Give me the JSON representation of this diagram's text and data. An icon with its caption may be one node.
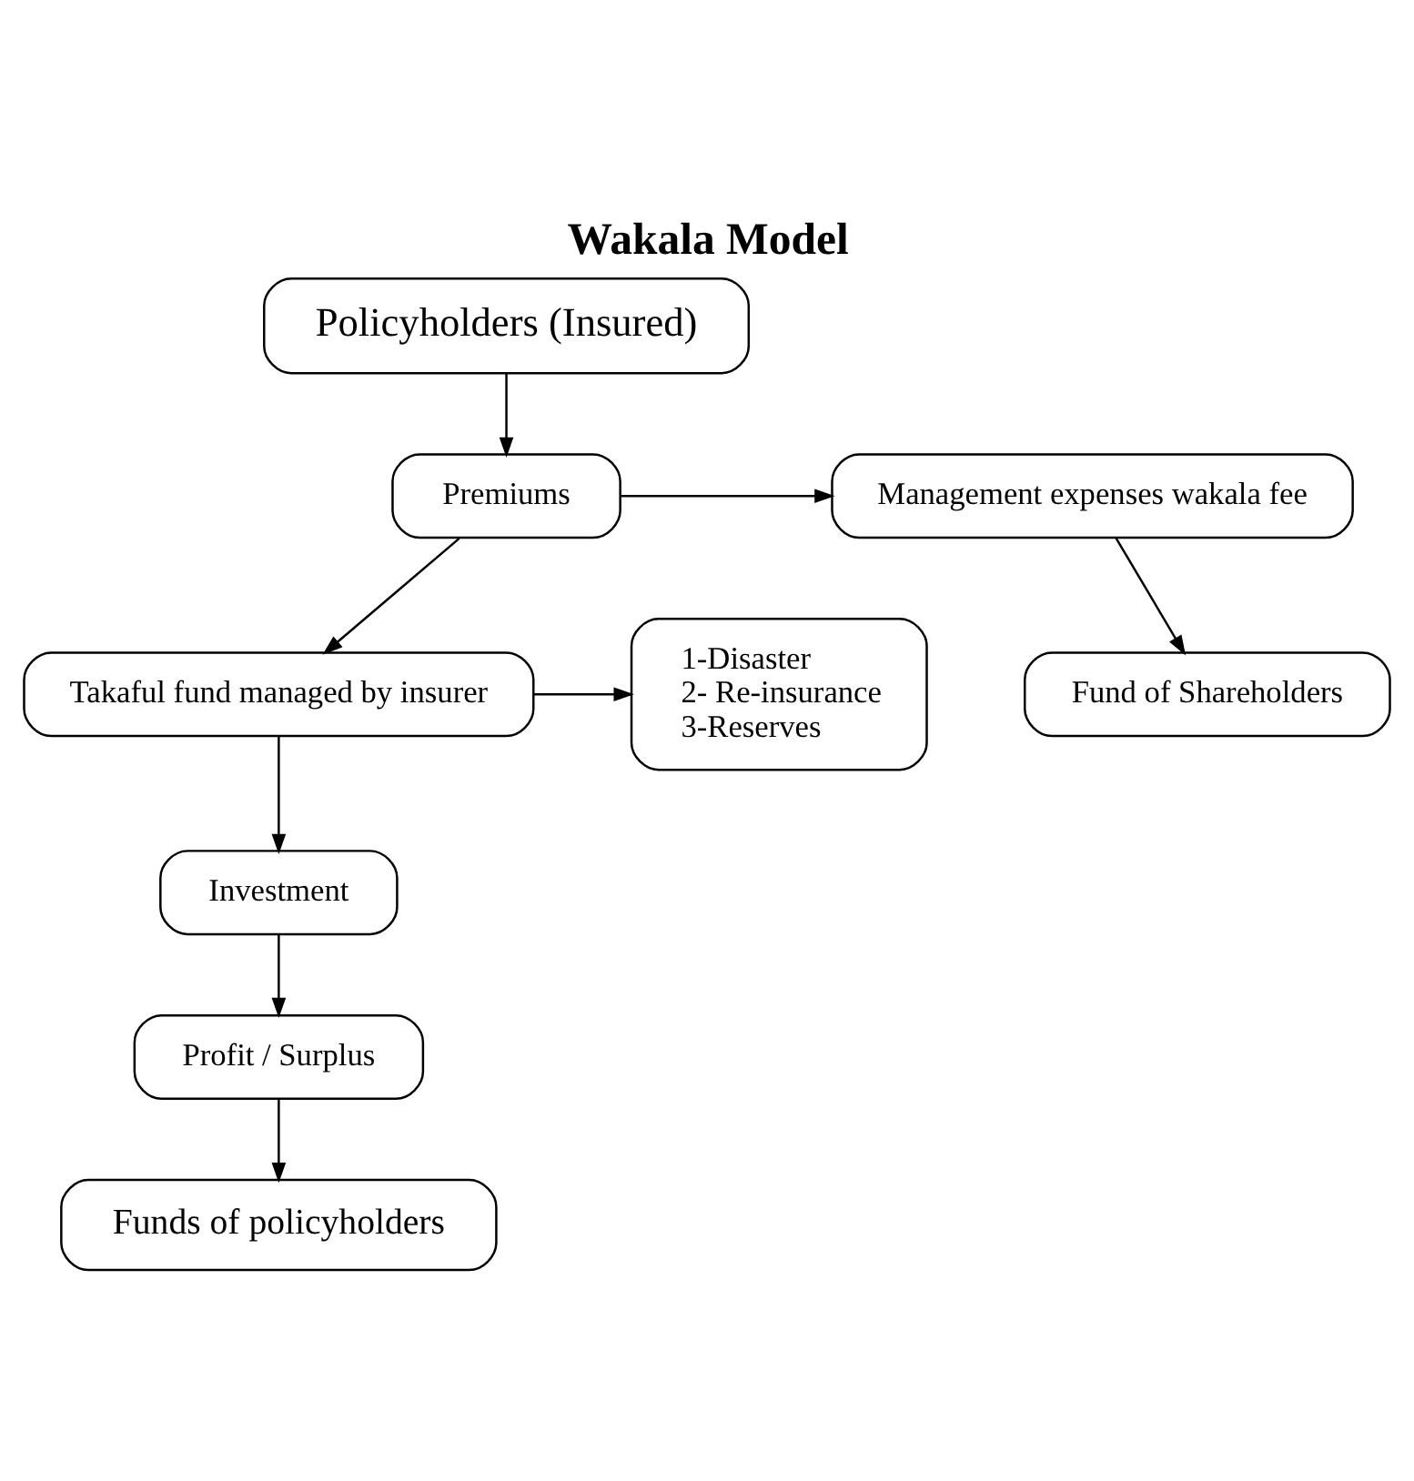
{
  "diagram": {
    "title": "Wakala Model",
    "nodes": [
      {
        "text": [
          "Policyholders (Insured)"
        ]
      },
      {
        "text": [
          "Premiums"
        ]
      },
      {
        "text": [
          "Management expenses wakala fee"
        ]
      },
      {
        "text": [
          "Takaful fund managed by insurer"
        ]
      },
      {
        "text": [
          "1-Disaster",
          "2- Re-insurance",
          "3-Reserves"
        ]
      },
      {
        "text": [
          "Investment"
        ]
      },
      {
        "text": [
          "Profit / Surplus"
        ]
      },
      {
        "text": [
          "Fund of Shareholders"
        ]
      },
      {
        "text": [
          "Funds of policyholders"
        ]
      }
    ],
    "edges": [
      {
        "from": 0,
        "to": 1,
        "arrow": "to"
      },
      {
        "from": 1,
        "to": 2,
        "arrow": "to"
      },
      {
        "from": 1,
        "to": 3,
        "arrow": "to"
      },
      {
        "from": 3,
        "to": 4,
        "arrow": "to"
      },
      {
        "from": 3,
        "to": 5,
        "arrow": "to"
      },
      {
        "from": 5,
        "to": 6,
        "arrow": "to"
      },
      {
        "from": 6,
        "to": 8,
        "arrow": "to"
      },
      {
        "from": 2,
        "to": 7,
        "arrow": "to"
      }
    ]
  }
}
